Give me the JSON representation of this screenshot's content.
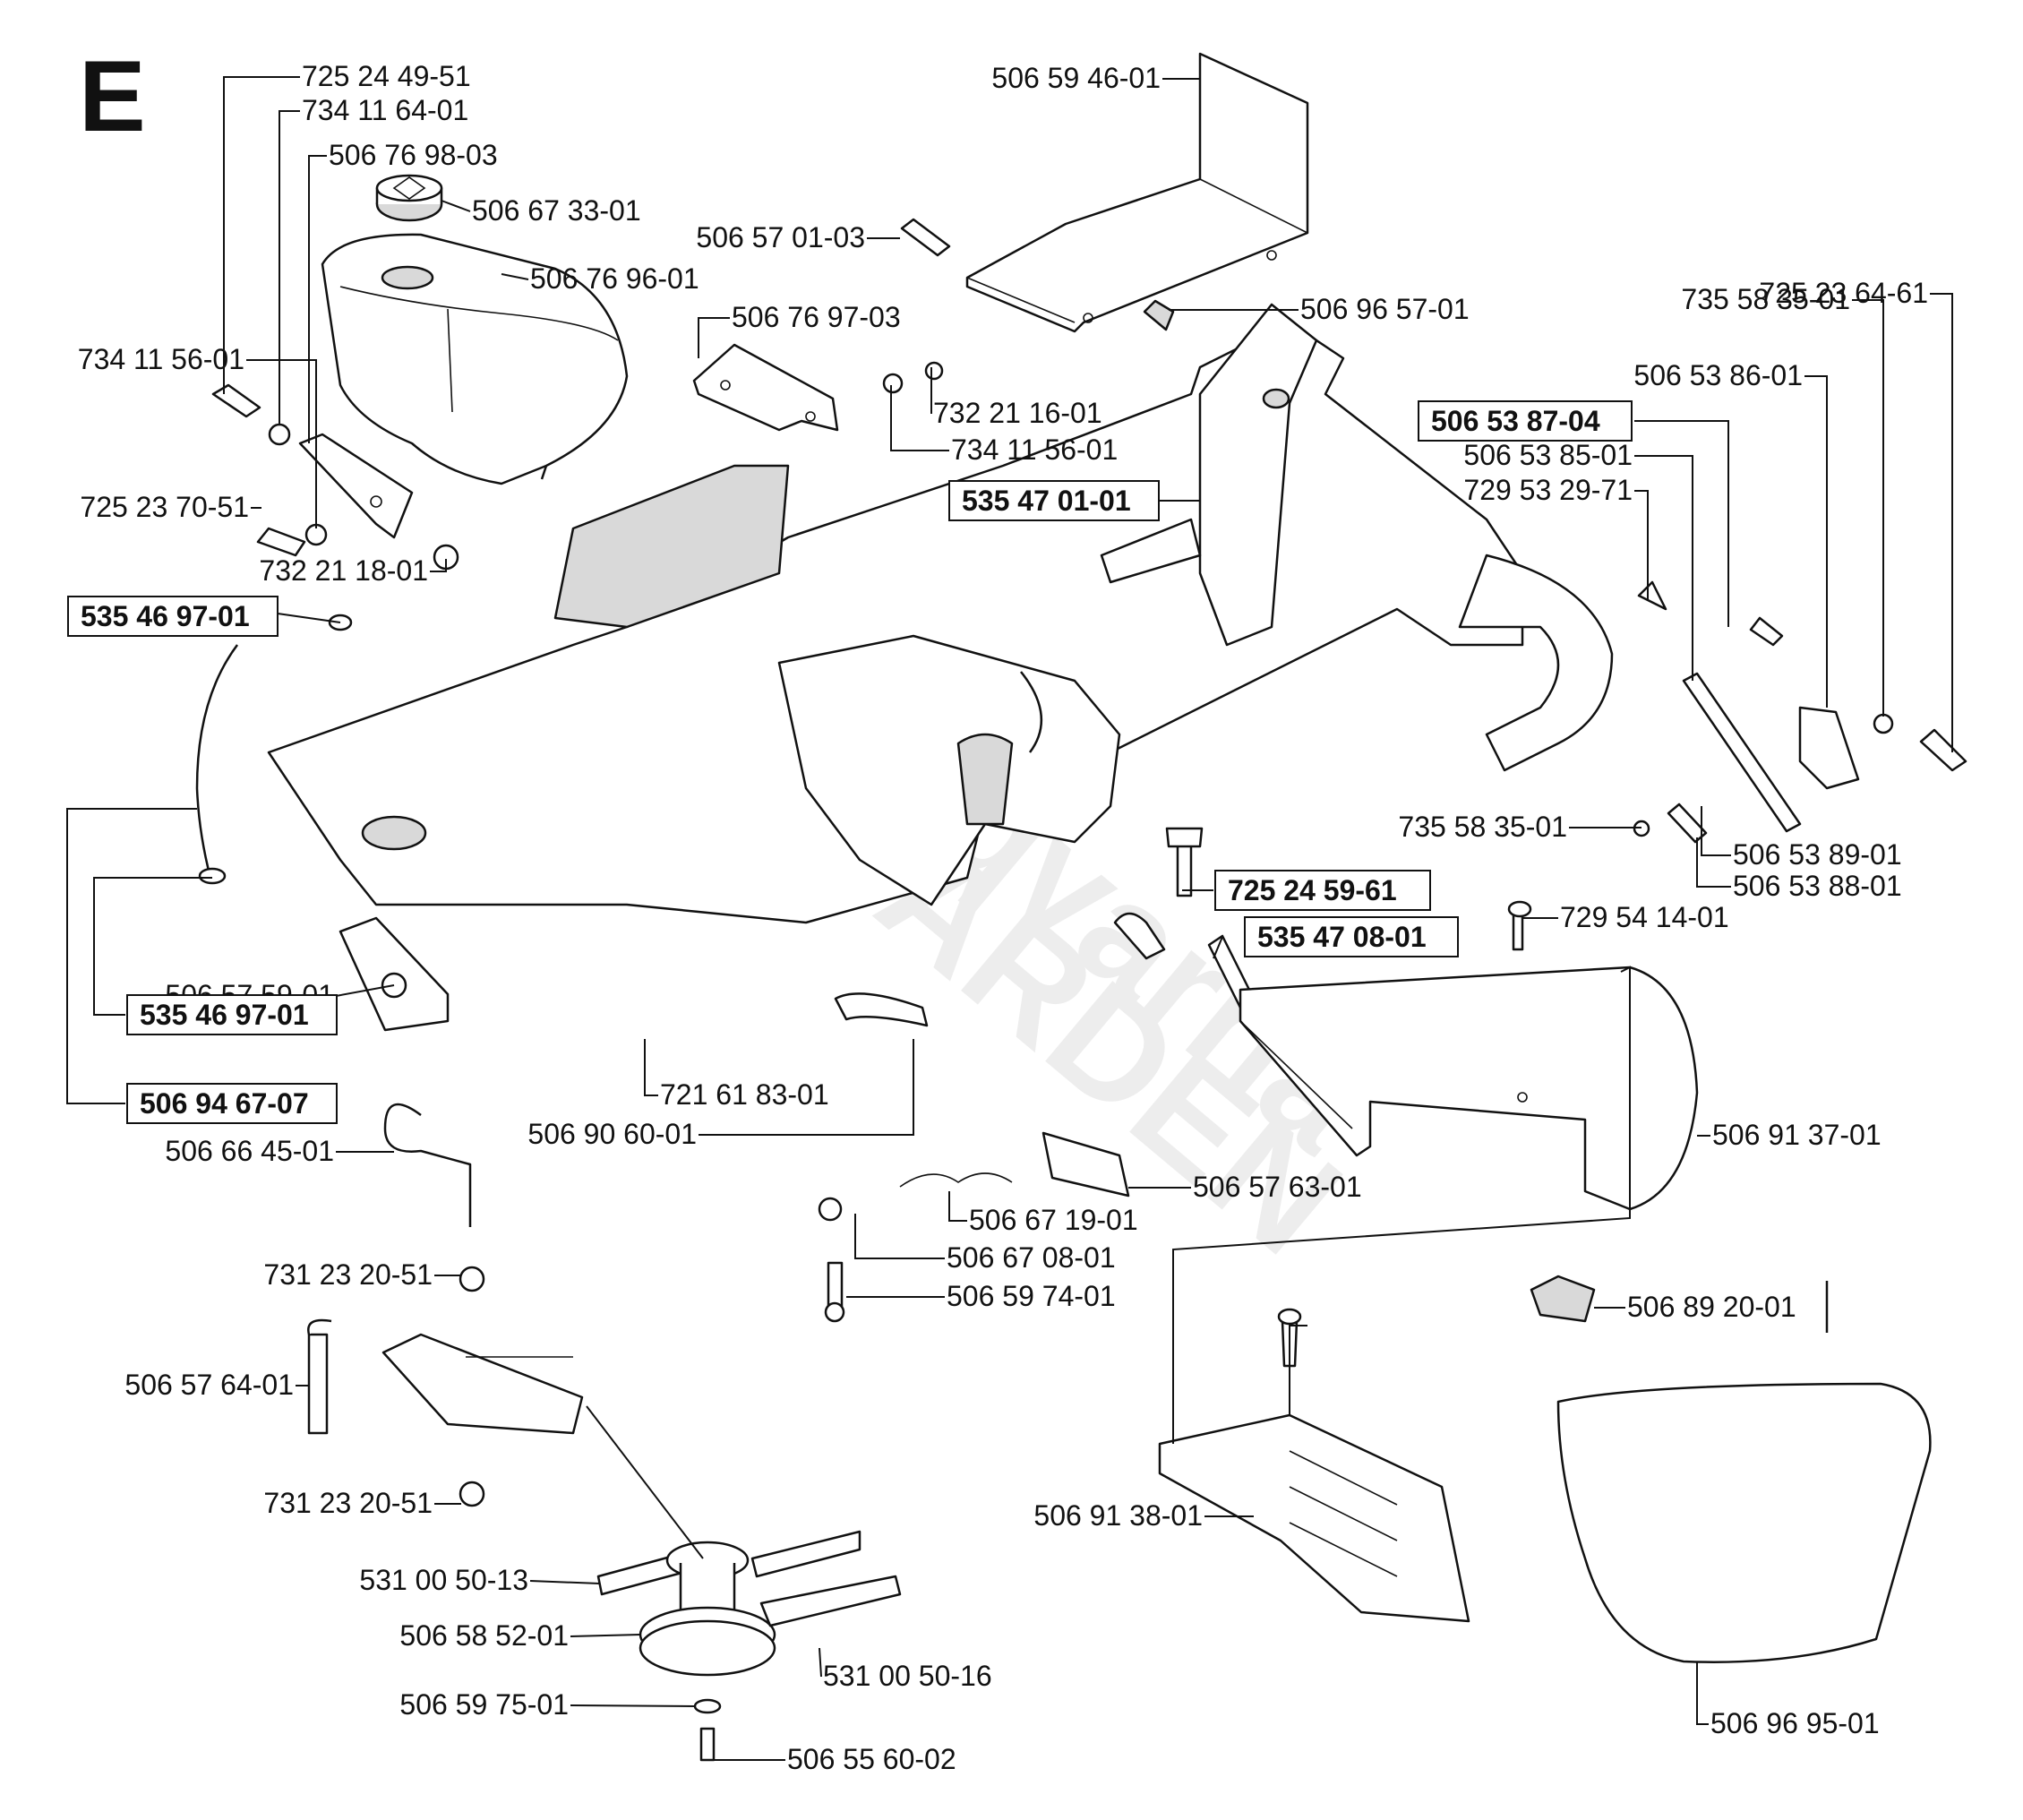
{
  "section_letter": "E",
  "watermark": {
    "brand": "Husqvarna",
    "sub": "GARDEN"
  },
  "parts": [
    {
      "id": "p01",
      "number": "725 24 49-51",
      "bold": false
    },
    {
      "id": "p02",
      "number": "734 11 64-01",
      "bold": false
    },
    {
      "id": "p03",
      "number": "506 76 98-03",
      "bold": false
    },
    {
      "id": "p04",
      "number": "506 67 33-01",
      "bold": false
    },
    {
      "id": "p05",
      "number": "506 76 96-01",
      "bold": false
    },
    {
      "id": "p06",
      "number": "506 76 97-03",
      "bold": false
    },
    {
      "id": "p07",
      "number": "732 21 16-01",
      "bold": false
    },
    {
      "id": "p08",
      "number": "734 11 56-01",
      "bold": false
    },
    {
      "id": "p09",
      "number": "734 11 56-01",
      "bold": false
    },
    {
      "id": "p10",
      "number": "725 23 70-51",
      "bold": false
    },
    {
      "id": "p11",
      "number": "732 21 18-01",
      "bold": false
    },
    {
      "id": "p12",
      "number": "535 46 97-01",
      "bold": true
    },
    {
      "id": "p13",
      "number": "506 59 46-01",
      "bold": false
    },
    {
      "id": "p14",
      "number": "506 57 01-03",
      "bold": false
    },
    {
      "id": "p15",
      "number": "506 96 57-01",
      "bold": false
    },
    {
      "id": "p16",
      "number": "535 47 01-01",
      "bold": true
    },
    {
      "id": "p17",
      "number": "725 23 64-61",
      "bold": false
    },
    {
      "id": "p18",
      "number": "735 58 35-01",
      "bold": false
    },
    {
      "id": "p19",
      "number": "506 53 86-01",
      "bold": false
    },
    {
      "id": "p20",
      "number": "506 53 87-04",
      "bold": true
    },
    {
      "id": "p21",
      "number": "506 53 85-01",
      "bold": false
    },
    {
      "id": "p22",
      "number": "729 53 29-71",
      "bold": false
    },
    {
      "id": "p23",
      "number": "735 58 35-01",
      "bold": false
    },
    {
      "id": "p24",
      "number": "506 53 89-01",
      "bold": false
    },
    {
      "id": "p25",
      "number": "506 53 88-01",
      "bold": false
    },
    {
      "id": "p26",
      "number": "725 24 59-61",
      "bold": true
    },
    {
      "id": "p27",
      "number": "729 54 14-01",
      "bold": false
    },
    {
      "id": "p28",
      "number": "535 47 08-01",
      "bold": true
    },
    {
      "id": "p29",
      "number": "506 57 59-01",
      "bold": false
    },
    {
      "id": "p30",
      "number": "535 46 97-01",
      "bold": true
    },
    {
      "id": "p31",
      "number": "506 94 67-07",
      "bold": true
    },
    {
      "id": "p32",
      "number": "721 61 83-01",
      "bold": false
    },
    {
      "id": "p33",
      "number": "506 90 60-01",
      "bold": false
    },
    {
      "id": "p34",
      "number": "506 91 37-01",
      "bold": false
    },
    {
      "id": "p35",
      "number": "506 57 63-01",
      "bold": false
    },
    {
      "id": "p36",
      "number": "506 66 45-01",
      "bold": false
    },
    {
      "id": "p37",
      "number": "506 67 19-01",
      "bold": false
    },
    {
      "id": "p38",
      "number": "506 67 08-01",
      "bold": false
    },
    {
      "id": "p39",
      "number": "506 59 74-01",
      "bold": false
    },
    {
      "id": "p40",
      "number": "731 23 20-51",
      "bold": false
    },
    {
      "id": "p41",
      "number": "506 89 20-01",
      "bold": false
    },
    {
      "id": "p42",
      "number": "506 57 64-01",
      "bold": false
    },
    {
      "id": "p43",
      "number": "731 23 20-51",
      "bold": false
    },
    {
      "id": "p44",
      "number": "506 91 38-01",
      "bold": false
    },
    {
      "id": "p45",
      "number": "531 00 50-13",
      "bold": false
    },
    {
      "id": "p46",
      "number": "506 58 52-01",
      "bold": false
    },
    {
      "id": "p47",
      "number": "531 00 50-16",
      "bold": false
    },
    {
      "id": "p48",
      "number": "506 59 75-01",
      "bold": false
    },
    {
      "id": "p49",
      "number": "506 96 95-01",
      "bold": false
    },
    {
      "id": "p50",
      "number": "506 55 60-02",
      "bold": false
    }
  ]
}
